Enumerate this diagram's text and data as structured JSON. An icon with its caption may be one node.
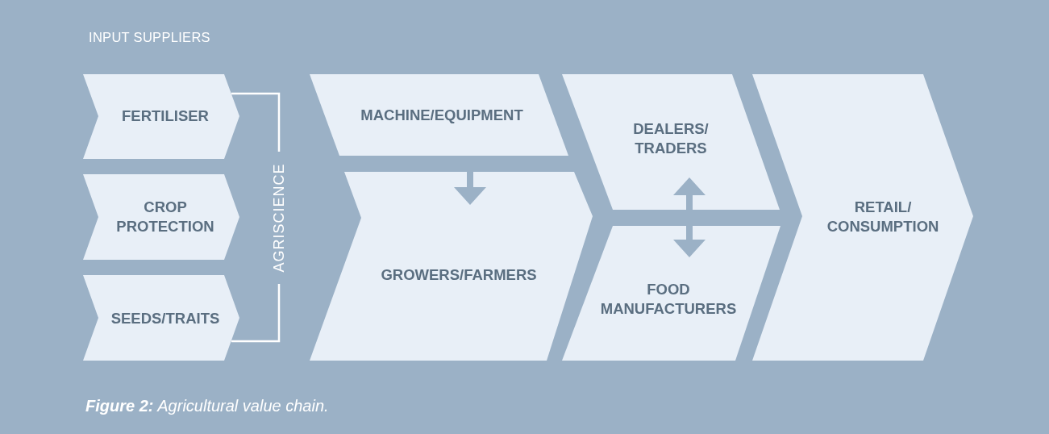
{
  "diagram": {
    "caption": "**Figure 2:** Agricultural value chain.",
    "nodes": [
      {
        "text": [
          "FERTILISER"
        ]
      },
      {
        "text": [
          "CROP PROTECTION"
        ]
      },
      {
        "text": [
          "SEEDS/TRAITS"
        ]
      },
      {
        "text": [
          "MACHINE/EQUIPMENT"
        ]
      },
      {
        "text": [
          "GROWERS/FARMERS"
        ]
      },
      {
        "text": [
          "DEALERS/ TRADERS"
        ]
      },
      {
        "text": [
          "FOOD MANUFACTURERS"
        ]
      },
      {
        "text": [
          "RETAIL/ CONSUMPTION"
        ]
      }
    ],
    "edges": [
      {
        "from": 3,
        "to": 4,
        "arrow": "to"
      },
      {
        "from": 5,
        "to": 6,
        "arrow": "both"
      }
    ],
    "labels": [
      "INPUT SUPPLIERS",
      "AGRISCIENCE"
    ]
  }
}
